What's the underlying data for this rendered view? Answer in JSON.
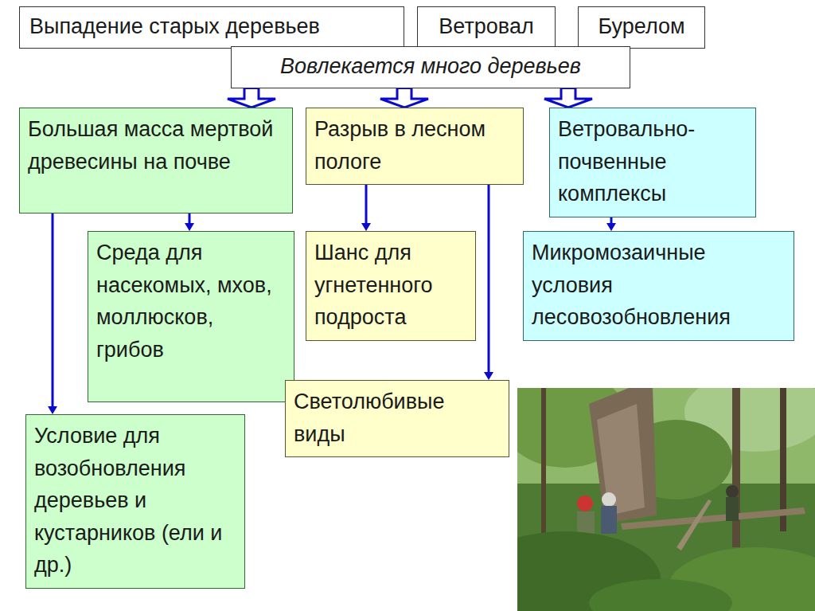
{
  "diagram": {
    "nodes": [
      {
        "text": [
          "Выпадение старых деревьев"
        ]
      },
      {
        "text": [
          "Ветровал"
        ]
      },
      {
        "text": [
          "Бурелом"
        ]
      },
      {
        "text": [
          "Вовлекается много деревьев"
        ]
      },
      {
        "text": [
          "Большая масса мертвой древесины на почве"
        ]
      },
      {
        "text": [
          "Разрыв в лесном пологе"
        ]
      },
      {
        "text": [
          "Ветровально-почвенные комплексы"
        ]
      },
      {
        "text": [
          "Среда для насекомых, мхов, моллюсков, грибов"
        ]
      },
      {
        "text": [
          "Шанс для угнетенного подроста"
        ]
      },
      {
        "text": [
          "Микромозаичные условия лесовозобновления"
        ]
      },
      {
        "text": [
          "Светолюбивые виды"
        ]
      },
      {
        "text": [
          "Условие для возобновления деревьев и кустарников (ели и др.)"
        ]
      }
    ],
    "edges": [
      {
        "from": 3,
        "to": 4,
        "arrow": "to"
      },
      {
        "from": 3,
        "to": 5,
        "arrow": "to"
      },
      {
        "from": 3,
        "to": 6,
        "arrow": "to"
      },
      {
        "from": 4,
        "to": 7,
        "arrow": "to"
      },
      {
        "from": 4,
        "to": 11,
        "arrow": "to"
      },
      {
        "from": 5,
        "to": 8,
        "arrow": "to"
      },
      {
        "from": 5,
        "to": 10,
        "arrow": "to"
      },
      {
        "from": 6,
        "to": 9,
        "arrow": "to"
      }
    ]
  }
}
